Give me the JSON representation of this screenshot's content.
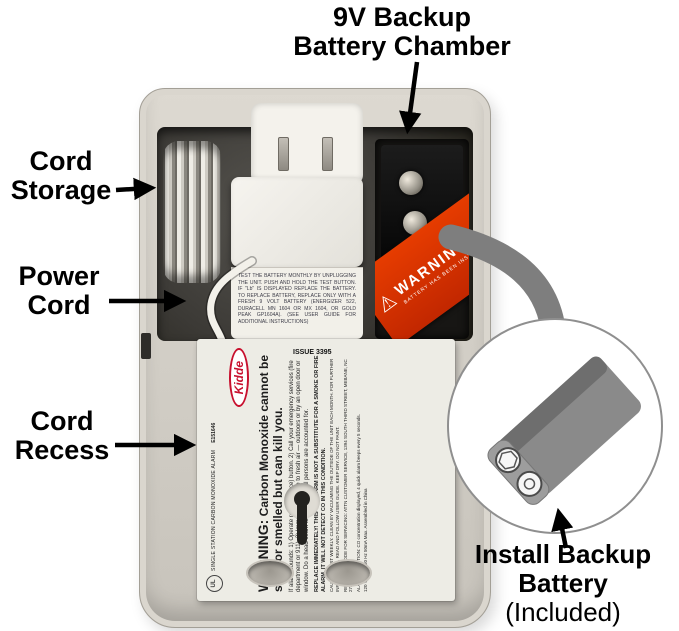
{
  "callouts": {
    "battery_chamber": {
      "line1": "9V Backup",
      "line2": "Battery Chamber"
    },
    "cord_storage": {
      "line1": "Cord",
      "line2": "Storage"
    },
    "power_cord": {
      "line1": "Power",
      "line2": "Cord"
    },
    "cord_recess": {
      "line1": "Cord",
      "line2": "Recess"
    },
    "install_battery": {
      "line1": "Install Backup",
      "line2": "Battery",
      "line3": "(Included)"
    }
  },
  "icons": {
    "warning_triangle": "⚠"
  },
  "device": {
    "adapter_note": "TEST THE BATTERY MONTHLY BY UNPLUGGING THE UNIT. PUSH AND HOLD THE TEST BUTTON. IF \"Lb\" IS DISPLAYED REPLACE THE BATTERY. TO REPLACE BATTERY, REPLACE ONLY WITH A FRESH 9 VOLT BATTERY (ENERGIZER 522, DURACELL MN 1604 OR MX 1604, OR GOLD PEAK GP1604A). (SEE USER GUIDE FOR ADDITIONAL INSTRUCTIONS)",
    "sticker": {
      "title": "WARNING",
      "subtitle": "BATTERY HAS BEEN INSTALLED"
    },
    "label": {
      "brand": "Kidde",
      "issue": "ISSUE 3395",
      "cert_mark": "UL",
      "cert": "SINGLE STATION CARBON MONOXIDE ALARM",
      "cert_code": "E151646",
      "warning_title": "WARNING:",
      "warning_main": "Carbon Monoxide cannot be seen or smelled but can kill you.",
      "instructions": "If alarm sounds: 1) Operate reset (silence) button. 2) Call your emergency services (fire department or 911). 3) Immediately move to fresh air — outdoors or by an open door or window. Do a head count to check that all persons are accounted for.",
      "replace_note": "REPLACE IMMEDIATELY! THIS CO ALARM IS NOT A SUBSTITUTE FOR A SMOKE OR FIRE ALARM. IT WILL NOT DETECT CO IN THIS CONDITION.",
      "caution": "CAUTION: TEST WEEKLY. CLEAN BY VACUUMING THE OUTSIDE OF THE UNIT EACH MONTH. FOR FURTHER INFORMATION, READ AND FOLLOW USER GUIDE. KEEP DRY. DO NOT PAINT.",
      "service": "RETURN TO KIDDE FOR SERVICING: ATTN CUSTOMER SERVICE, 1394 SOUTH THIRD STREET, MEBANE, NC 27302",
      "alarm_condition": "ALARM CONDITION: CO concentration displayed, 4 quick alarm beeps every 5 seconds.",
      "ratings": "120 Volts AC   60 Hz   50mA Max.   Assembled in China"
    }
  }
}
